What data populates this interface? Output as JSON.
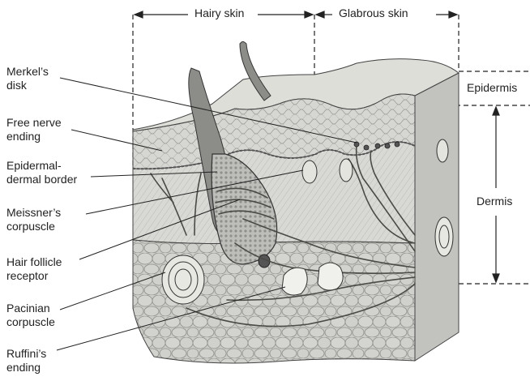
{
  "regions": {
    "hairy_skin": "Hairy skin",
    "glabrous_skin": "Glabrous skin",
    "epidermis": "Epidermis",
    "dermis": "Dermis"
  },
  "labels": {
    "merkels_disk": [
      "Merkel’s",
      "disk"
    ],
    "free_nerve_ending": [
      "Free nerve",
      "ending"
    ],
    "epidermal_dermal_border": [
      "Epidermal-",
      "dermal border"
    ],
    "meissners_corpuscle": [
      "Meissner’s",
      "corpuscle"
    ],
    "hair_follicle_receptor": [
      "Hair follicle",
      "receptor"
    ],
    "pacinian_corpuscle": [
      "Pacinian",
      "corpuscle"
    ],
    "ruffinis_ending": [
      "Ruffini’s",
      "ending"
    ]
  },
  "colors": {
    "ink": "#3a3a3a",
    "skin_top": "#d9d9d6",
    "skin_side": "#c9c9c5",
    "fat": "#cfcfcb",
    "highlight": "#efefec"
  }
}
